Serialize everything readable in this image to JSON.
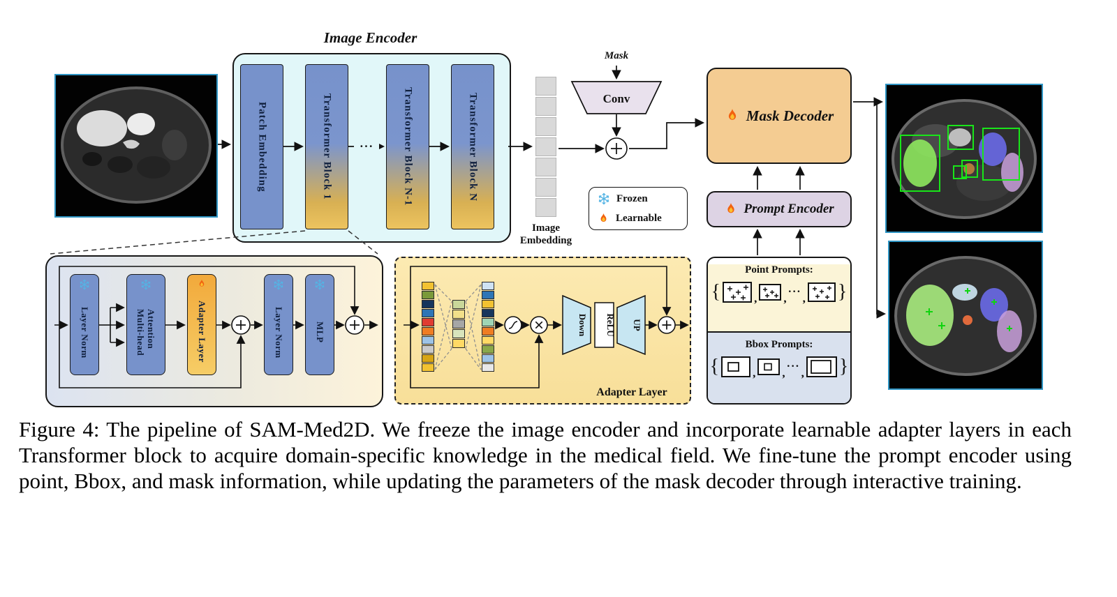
{
  "figure": {
    "caption": "Figure 4: The pipeline of SAM-Med2D. We freeze the image encoder and incorporate learnable adapter layers in each Transformer block to acquire domain-specific knowledge in the medical field. We fine-tune the prompt encoder using point, Bbox, and mask information, while updating the parameters of the mask decoder through interactive training."
  },
  "image_encoder": {
    "title": "Image Encoder",
    "bars": [
      {
        "label": "Patch Embedding"
      },
      {
        "label": "Transformer Block 1"
      },
      {
        "label": "Transformer Block N-1"
      },
      {
        "label": "Transformer Block N"
      }
    ],
    "dots": "···"
  },
  "image_embedding": {
    "line1": "Image",
    "line2": "Embedding",
    "tokens": [
      "#d9d9d9",
      "#d9d9d9",
      "#d9d9d9",
      "#d9d9d9",
      "#d9d9d9",
      "#d9d9d9",
      "#d9d9d9"
    ]
  },
  "mask_branch": {
    "mask_label": "Mask",
    "conv_label": "Conv"
  },
  "legend": {
    "frozen_label": "Frozen",
    "learnable_label": "Learnable"
  },
  "mask_decoder": {
    "label": "Mask Decoder"
  },
  "prompt_encoder": {
    "label": "Prompt Encoder"
  },
  "prompts": {
    "point_label": "Point Prompts:",
    "bbox_label": "Bbox Prompts:",
    "open_brace": "{",
    "close_brace": "}",
    "comma": ",",
    "ellipsis": "···"
  },
  "transformer_block_detail": {
    "layer_norm_1": "Layer Norm",
    "mha_line1": "Multi-head",
    "mha_line2": "Attention",
    "adapter": "Adapter Layer",
    "layer_norm_2": "Layer Norm",
    "mlp": "MLP"
  },
  "adapter_layer_detail": {
    "title": "Adapter Layer",
    "down_label": "Down",
    "relu_label": "ReLU",
    "up_label": "UP",
    "input_column": [
      "#f2c231",
      "#7a9a3a",
      "#16365c",
      "#2e75b6",
      "#e03c31",
      "#ef7d22",
      "#9dc3e6",
      "#c9c9c9",
      "#d7a514",
      "#f2c231"
    ],
    "bottleneck_column": [
      "#c9d79a",
      "#f2e08a",
      "#a6a6a6",
      "#d8e4bc",
      "#ffd965"
    ],
    "output_column": [
      "#cfe2f3",
      "#2e75b6",
      "#f2c231",
      "#16365c",
      "#9fd5b5",
      "#ef7d22",
      "#ffd965",
      "#8aa84a",
      "#9dc3e6",
      "#e8e8e8"
    ]
  },
  "colors": {
    "bar_blue": "#7792cb",
    "adapter_yellow": "#f3b743",
    "encoder_bg": "#e1f7f9",
    "mask_decoder_bg": "#f4cc92",
    "prompt_encoder_bg": "#ddd3e4",
    "conv_bg": "#e9e1ed",
    "point_prompts_bg": "#fbf4d7",
    "bbox_prompts_bg": "#d9e1ee",
    "adapter_box_bg": "#fbe7a8",
    "up_down_trapezoid": "#c7e6f2",
    "frozen_icon_blue": "#54b4e4",
    "learnable_icon_orange": "#f2620f",
    "bbox_overlay_green": "#19e619",
    "token_gray": "#d9d9d9"
  }
}
